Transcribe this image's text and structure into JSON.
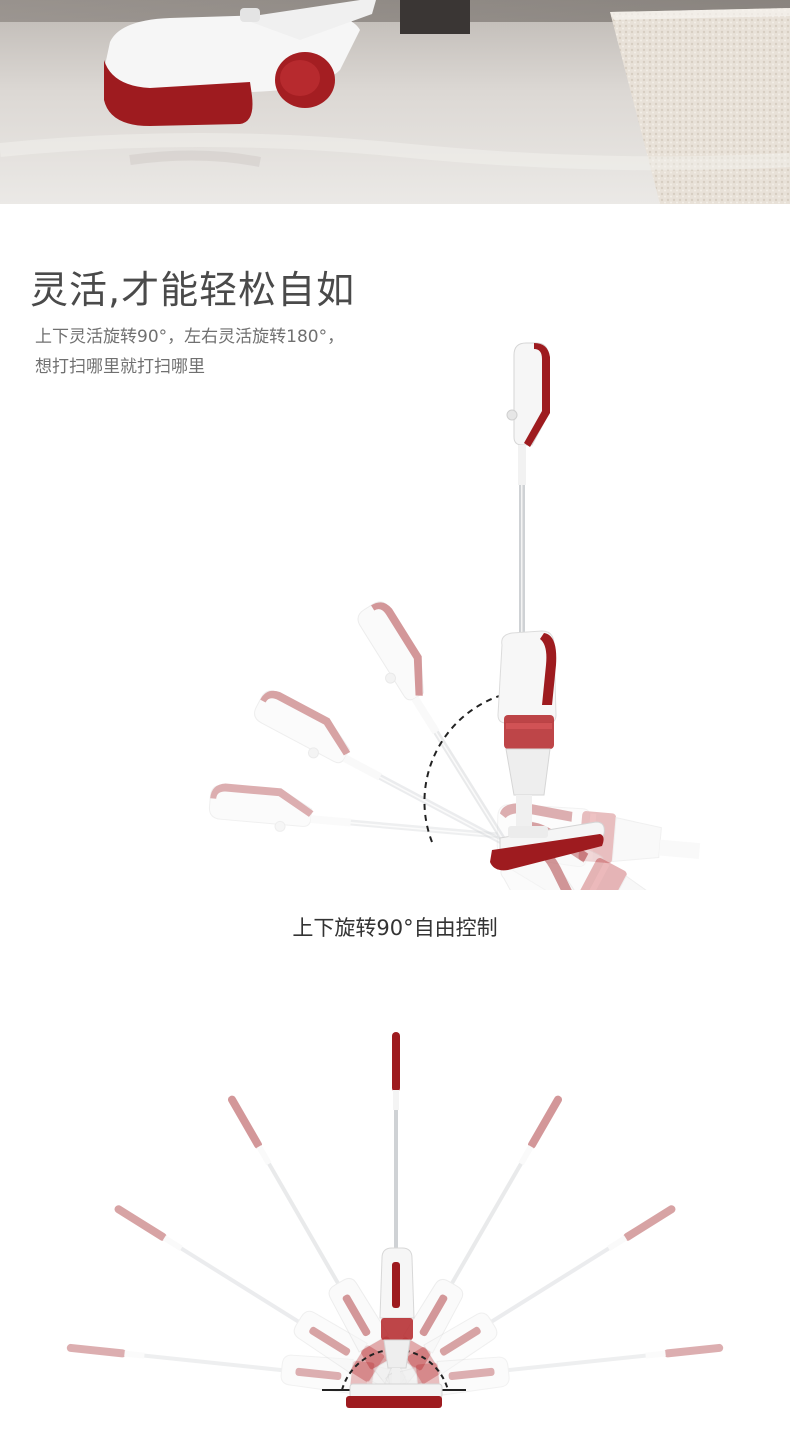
{
  "section": {
    "heading": "灵活,才能轻松自如",
    "description_line1": "上下灵活旋转90°，左右灵活旋转180°，",
    "description_line2": "想打扫哪里就打扫哪里"
  },
  "vertical_rotation": {
    "caption": "上下旋转90°自由控制"
  },
  "colors": {
    "accent_red": "#9e1b1f",
    "body_white": "#f4f4f4",
    "heading_gray": "#4a4a4a",
    "text_gray": "#707070"
  },
  "icons": [
    "vacuum-illustration",
    "rotation-arc"
  ]
}
